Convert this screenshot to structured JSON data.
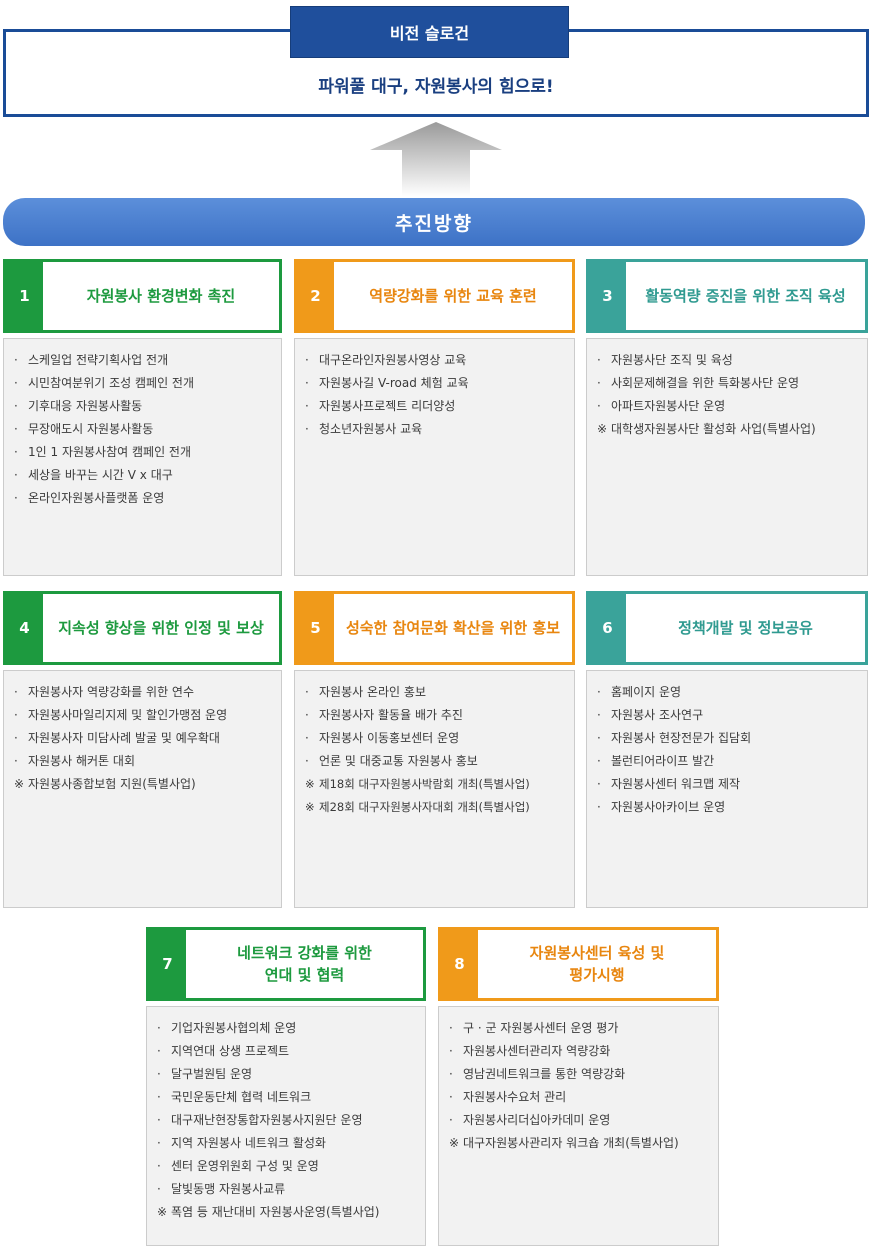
{
  "vision": {
    "tab_label": "비전 슬로건",
    "slogan": "파워풀 대구, 자원봉사의 힘으로!"
  },
  "direction": {
    "label": "추진방향"
  },
  "colors": {
    "green": "#1d9a3f",
    "orange": "#f09a1a",
    "teal": "#3aa39a",
    "navy": "#1f4f9c",
    "bar_blue": "#4a7fd0"
  },
  "cards": [
    {
      "number": "1",
      "title": "자원봉사 환경변화 촉진",
      "items": [
        {
          "marker": "·",
          "text": "스케일업 전략기획사업 전개"
        },
        {
          "marker": "·",
          "text": "시민참여분위기 조성 캠페인 전개"
        },
        {
          "marker": "·",
          "text": "기후대응 자원봉사활동"
        },
        {
          "marker": "·",
          "text": "무장애도시 자원봉사활동"
        },
        {
          "marker": "·",
          "text": "1인 1 자원봉사참여 캠페인 전개"
        },
        {
          "marker": "·",
          "text": "세상을 바꾸는 시간 V x 대구"
        },
        {
          "marker": "·",
          "text": "온라인자원봉사플랫폼 운영"
        }
      ]
    },
    {
      "number": "2",
      "title": "역량강화를 위한 교육 훈련",
      "items": [
        {
          "marker": "·",
          "text": "대구온라인자원봉사영상 교육"
        },
        {
          "marker": "·",
          "text": "자원봉사길 V-road 체험 교육"
        },
        {
          "marker": "·",
          "text": "자원봉사프로젝트 리더양성"
        },
        {
          "marker": "·",
          "text": "청소년자원봉사 교육"
        }
      ]
    },
    {
      "number": "3",
      "title": "활동역량 증진을 위한 조직 육성",
      "items": [
        {
          "marker": "·",
          "text": "자원봉사단 조직 및 육성"
        },
        {
          "marker": "·",
          "text": "사회문제해결을 위한 특화봉사단 운영"
        },
        {
          "marker": "·",
          "text": "아파트자원봉사단 운영"
        },
        {
          "marker": "※",
          "text": "대학생자원봉사단 활성화 사업(특별사업)"
        }
      ]
    },
    {
      "number": "4",
      "title": "지속성 향상을 위한 인정 및 보상",
      "items": [
        {
          "marker": "·",
          "text": "자원봉사자 역량강화를 위한 연수"
        },
        {
          "marker": "·",
          "text": "자원봉사마일리지제 및 할인가맹점 운영"
        },
        {
          "marker": "·",
          "text": "자원봉사자 미담사례 발굴 및 예우확대"
        },
        {
          "marker": "·",
          "text": "자원봉사 해커톤 대회"
        },
        {
          "marker": "※",
          "text": "자원봉사종합보험 지원(특별사업)"
        }
      ]
    },
    {
      "number": "5",
      "title": "성숙한 참여문화 확산을 위한 홍보",
      "items": [
        {
          "marker": "·",
          "text": "자원봉사 온라인 홍보"
        },
        {
          "marker": "·",
          "text": "자원봉사자 활동율 배가 추진"
        },
        {
          "marker": "·",
          "text": "자원봉사 이동홍보센터 운영"
        },
        {
          "marker": "·",
          "text": "언론 및 대중교통 자원봉사 홍보"
        },
        {
          "marker": "※",
          "text": "제18회 대구자원봉사박람회 개최(특별사업)"
        },
        {
          "marker": "※",
          "text": "제28회 대구자원봉사자대회 개최(특별사업)"
        }
      ]
    },
    {
      "number": "6",
      "title": "정책개발 및 정보공유",
      "items": [
        {
          "marker": "·",
          "text": "홈페이지 운영"
        },
        {
          "marker": "·",
          "text": "자원봉사 조사연구"
        },
        {
          "marker": "·",
          "text": "자원봉사 현장전문가 집담회"
        },
        {
          "marker": "·",
          "text": "볼런티어라이프 발간"
        },
        {
          "marker": "·",
          "text": "자원봉사센터 워크맵 제작"
        },
        {
          "marker": "·",
          "text": "자원봉사아카이브 운영"
        }
      ]
    },
    {
      "number": "7",
      "title_line1": "네트워크 강화를 위한",
      "title_line2": "연대 및 협력",
      "items": [
        {
          "marker": "·",
          "text": "기업자원봉사협의체 운영"
        },
        {
          "marker": "·",
          "text": "지역연대 상생 프로젝트"
        },
        {
          "marker": "·",
          "text": "달구벌원팀 운영"
        },
        {
          "marker": "·",
          "text": "국민운동단체 협력 네트워크"
        },
        {
          "marker": "·",
          "text": "대구재난현장통합자원봉사지원단 운영"
        },
        {
          "marker": "·",
          "text": "지역 자원봉사 네트워크 활성화"
        },
        {
          "marker": "·",
          "text": "센터 운영위원회 구성 및 운영"
        },
        {
          "marker": "·",
          "text": "달빛동맹 자원봉사교류"
        },
        {
          "marker": "※",
          "text": "폭염 등 재난대비 자원봉사운영(특별사업)"
        }
      ]
    },
    {
      "number": "8",
      "title_line1": "자원봉사센터 육성 및",
      "title_line2": "평가시행",
      "items": [
        {
          "marker": "·",
          "text": "구 · 군 자원봉사센터 운영 평가"
        },
        {
          "marker": "·",
          "text": "자원봉사센터관리자 역량강화"
        },
        {
          "marker": "·",
          "text": "영남권네트워크를 통한 역량강화"
        },
        {
          "marker": "·",
          "text": "자원봉사수요처 관리"
        },
        {
          "marker": "·",
          "text": "자원봉사리더십아카데미 운영"
        },
        {
          "marker": "※",
          "text": "대구자원봉사관리자 워크숍 개최(특별사업)"
        }
      ]
    }
  ]
}
